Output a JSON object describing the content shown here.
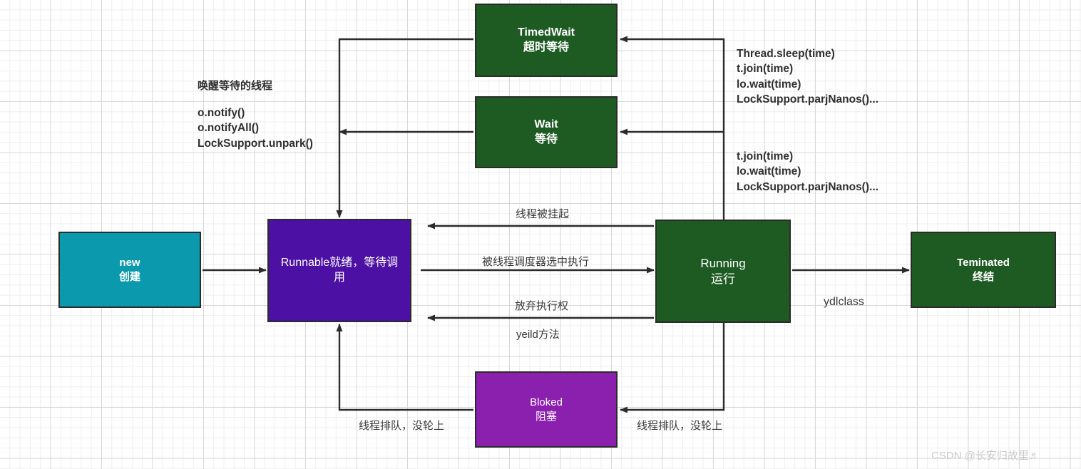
{
  "diagram": {
    "title": "Java Thread State Transition Diagram",
    "colors": {
      "new": "#0b9aad",
      "runnable": "#4c10a4",
      "running": "#1e5b23",
      "terminated": "#1e5b23",
      "timedwait": "#1e5b23",
      "wait": "#1e5b23",
      "bloked": "#8b1fae",
      "line": "#2b2b2b",
      "label_text": "#3a3a3a",
      "grid": "#e8e8e8"
    },
    "nodes": {
      "new": {
        "en": "new",
        "cn": "创建"
      },
      "runnable": {
        "en": "Runnable就绪，等待调",
        "cn": "用"
      },
      "running": {
        "en": "Running",
        "cn": "运行"
      },
      "terminated": {
        "en": "Teminated",
        "cn": "终结"
      },
      "timedwait": {
        "en": "TimedWait",
        "cn": "超时等待"
      },
      "wait": {
        "en": "Wait",
        "cn": "等待"
      },
      "bloked": {
        "en": "Bloked",
        "cn": "阻塞"
      }
    },
    "annotations": {
      "wake_title": "唤醒等待的线程",
      "wake_methods": "o.notify()\no.notifyAll()\nLockSupport.unpark()",
      "timed_methods": "Thread.sleep(time)\nt.join(time)\nlo.wait(time)\nLockSupport.parjNanos()...",
      "wait_methods": "t.join(time)\nlo.wait(time)\nLockSupport.parjNanos()...",
      "suspend": "线程被挂起",
      "scheduler": "被线程调度器选中执行",
      "give_up": "放弃执行权",
      "yeild": "yeild方法",
      "ydlclass": "ydlclass",
      "queue_left": "线程排队，没轮上",
      "queue_right": "线程排队，没轮上"
    },
    "watermark": "CSDN @长安归故里♬"
  }
}
